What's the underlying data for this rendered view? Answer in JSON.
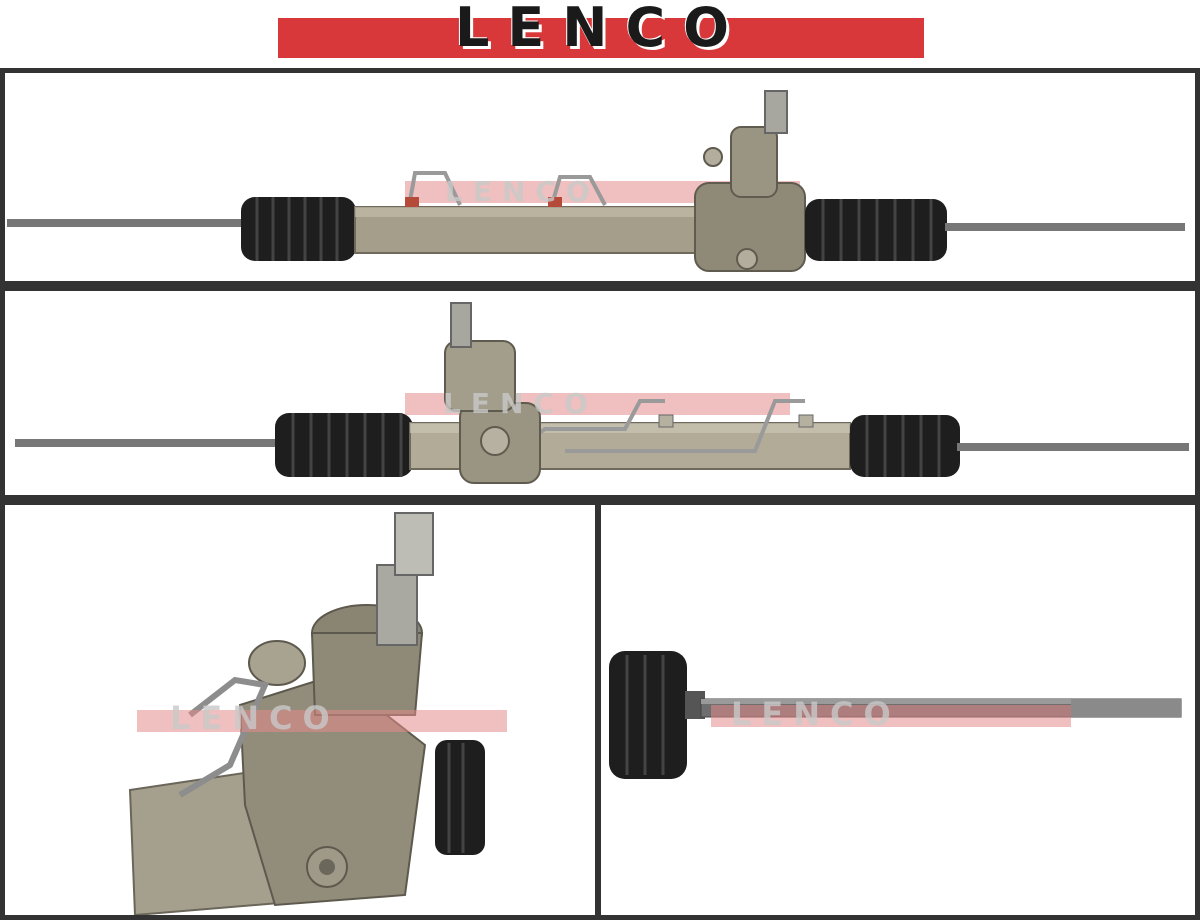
{
  "brand": {
    "logo_text": "LENCO",
    "watermark_text": "LENCO",
    "colors": {
      "band": "#d9383a",
      "logo": "#1a1a1a",
      "frame": "#333333"
    }
  },
  "panels": [
    {
      "subject": "steering-rack-front-view"
    },
    {
      "subject": "steering-rack-rear-view"
    },
    {
      "subject": "pinion-valve-housing-closeup"
    },
    {
      "subject": "tie-rod-end-closeup"
    }
  ]
}
